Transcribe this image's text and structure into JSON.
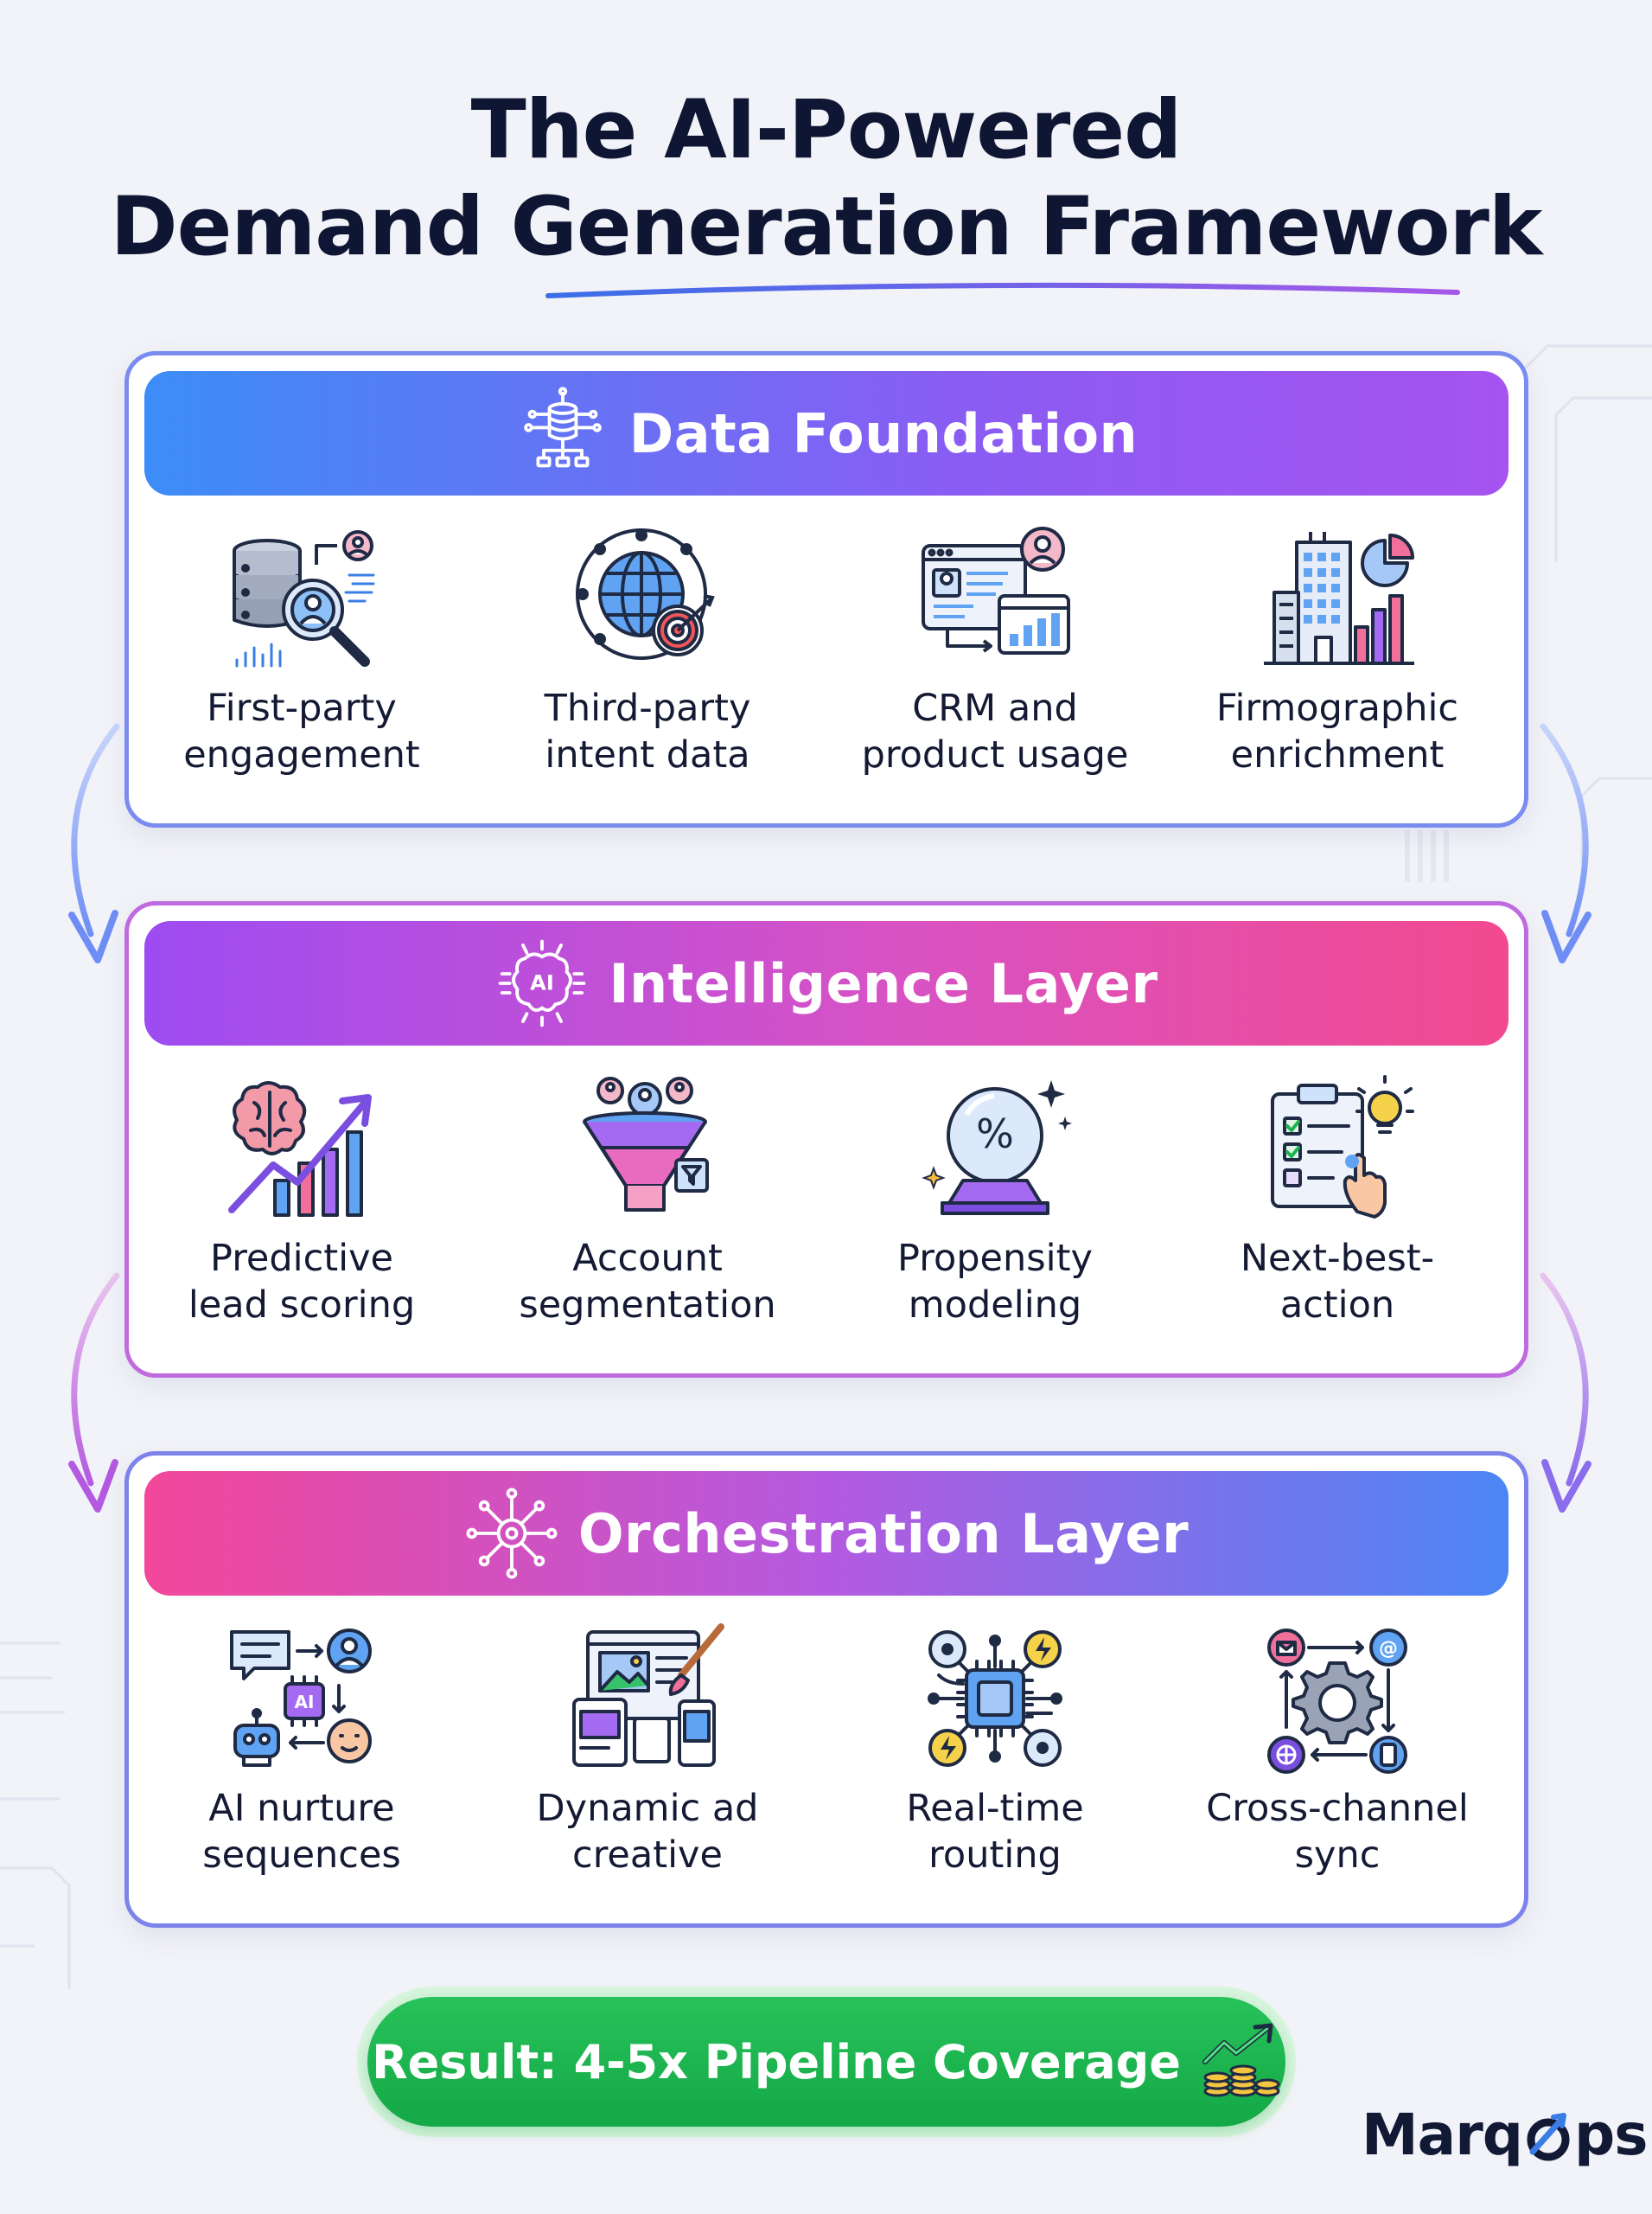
{
  "title": {
    "line1": "The AI-Powered",
    "line2": "Demand Generation Framework"
  },
  "layers": [
    {
      "title": "Data Foundation",
      "icon": "database-network-icon",
      "items": [
        {
          "label": "First-party\nengagement",
          "icon": "database-search-icon"
        },
        {
          "label": "Third-party\nintent data",
          "icon": "globe-target-icon"
        },
        {
          "label": "CRM and\nproduct usage",
          "icon": "crm-dashboard-icon"
        },
        {
          "label": "Firmographic\nenrichment",
          "icon": "building-chart-icon"
        }
      ]
    },
    {
      "title": "Intelligence Layer",
      "icon": "ai-brain-icon",
      "items": [
        {
          "label": "Predictive\nlead scoring",
          "icon": "brain-growth-icon"
        },
        {
          "label": "Account\nsegmentation",
          "icon": "funnel-icon"
        },
        {
          "label": "Propensity\nmodeling",
          "icon": "crystal-ball-icon"
        },
        {
          "label": "Next-best-\naction",
          "icon": "checklist-idea-icon"
        }
      ]
    },
    {
      "title": "Orchestration Layer",
      "icon": "gear-network-icon",
      "items": [
        {
          "label": "AI nurture\nsequences",
          "icon": "ai-chatbot-icon"
        },
        {
          "label": "Dynamic ad\ncreative",
          "icon": "devices-brush-icon"
        },
        {
          "label": "Real-time\nrouting",
          "icon": "chip-routing-icon"
        },
        {
          "label": "Cross-channel\nsync",
          "icon": "gear-channels-icon"
        }
      ]
    }
  ],
  "result": {
    "label": "Result: 4-5x Pipeline Coverage",
    "icon": "growth-coins-icon"
  },
  "logo": {
    "part1": "Marq",
    "part2": "ps"
  },
  "colors": {
    "data_start": "#3c8df7",
    "data_end": "#a653ef",
    "intel_start": "#9d4cf2",
    "intel_end": "#f24a8f",
    "orch_start": "#f3479a",
    "orch_end": "#4b86f4",
    "result": "#1db350"
  }
}
